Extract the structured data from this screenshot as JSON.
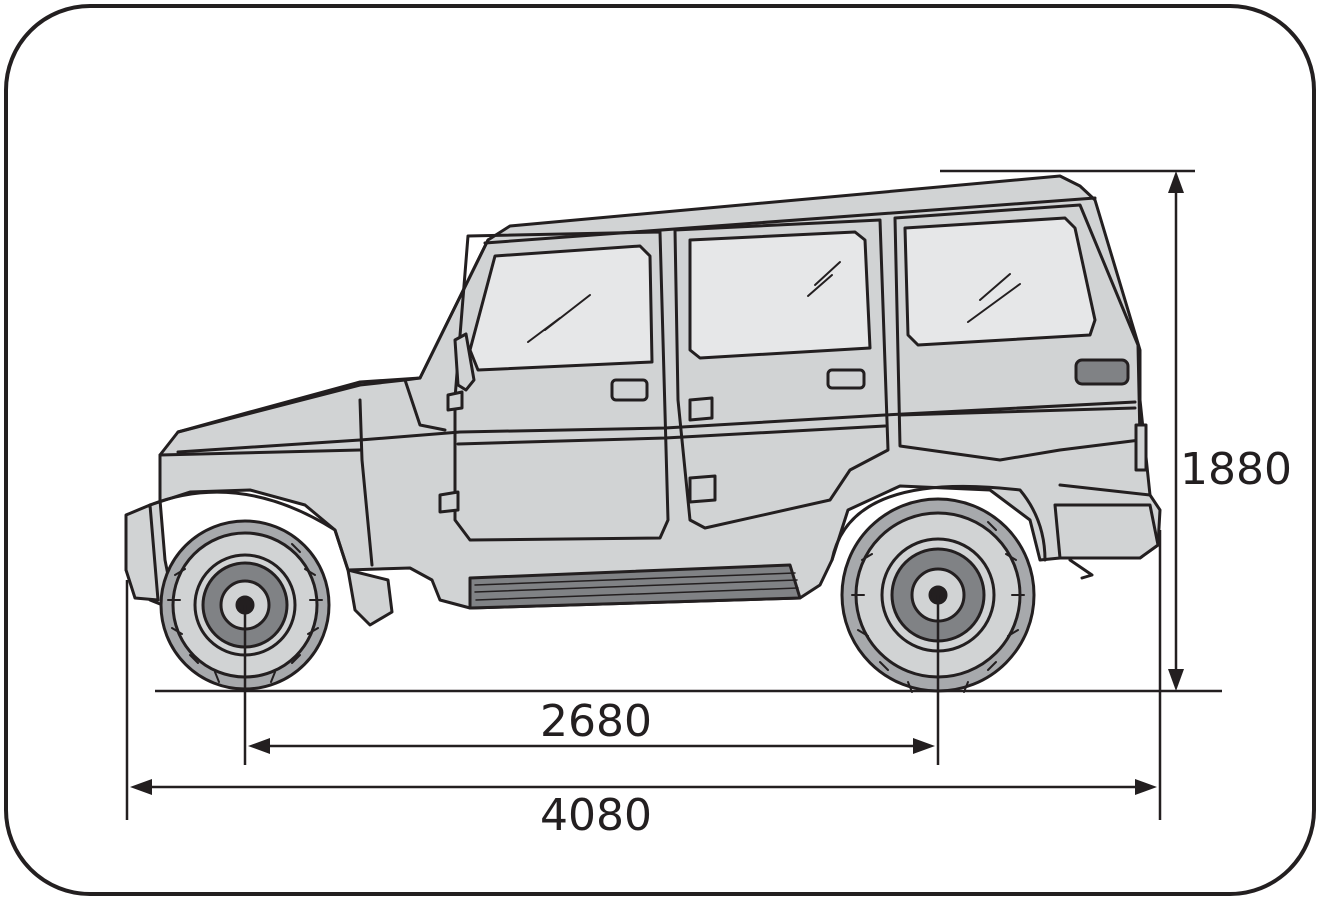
{
  "dimensions": {
    "height": "1880",
    "wheelbase": "2680",
    "overall_length": "4080"
  },
  "colors": {
    "line": "#231f20",
    "body_fill": "#d1d3d4",
    "glass_fill": "#e6e7e8",
    "tire_fill": "#a7a9ac",
    "background": "#ffffff"
  }
}
